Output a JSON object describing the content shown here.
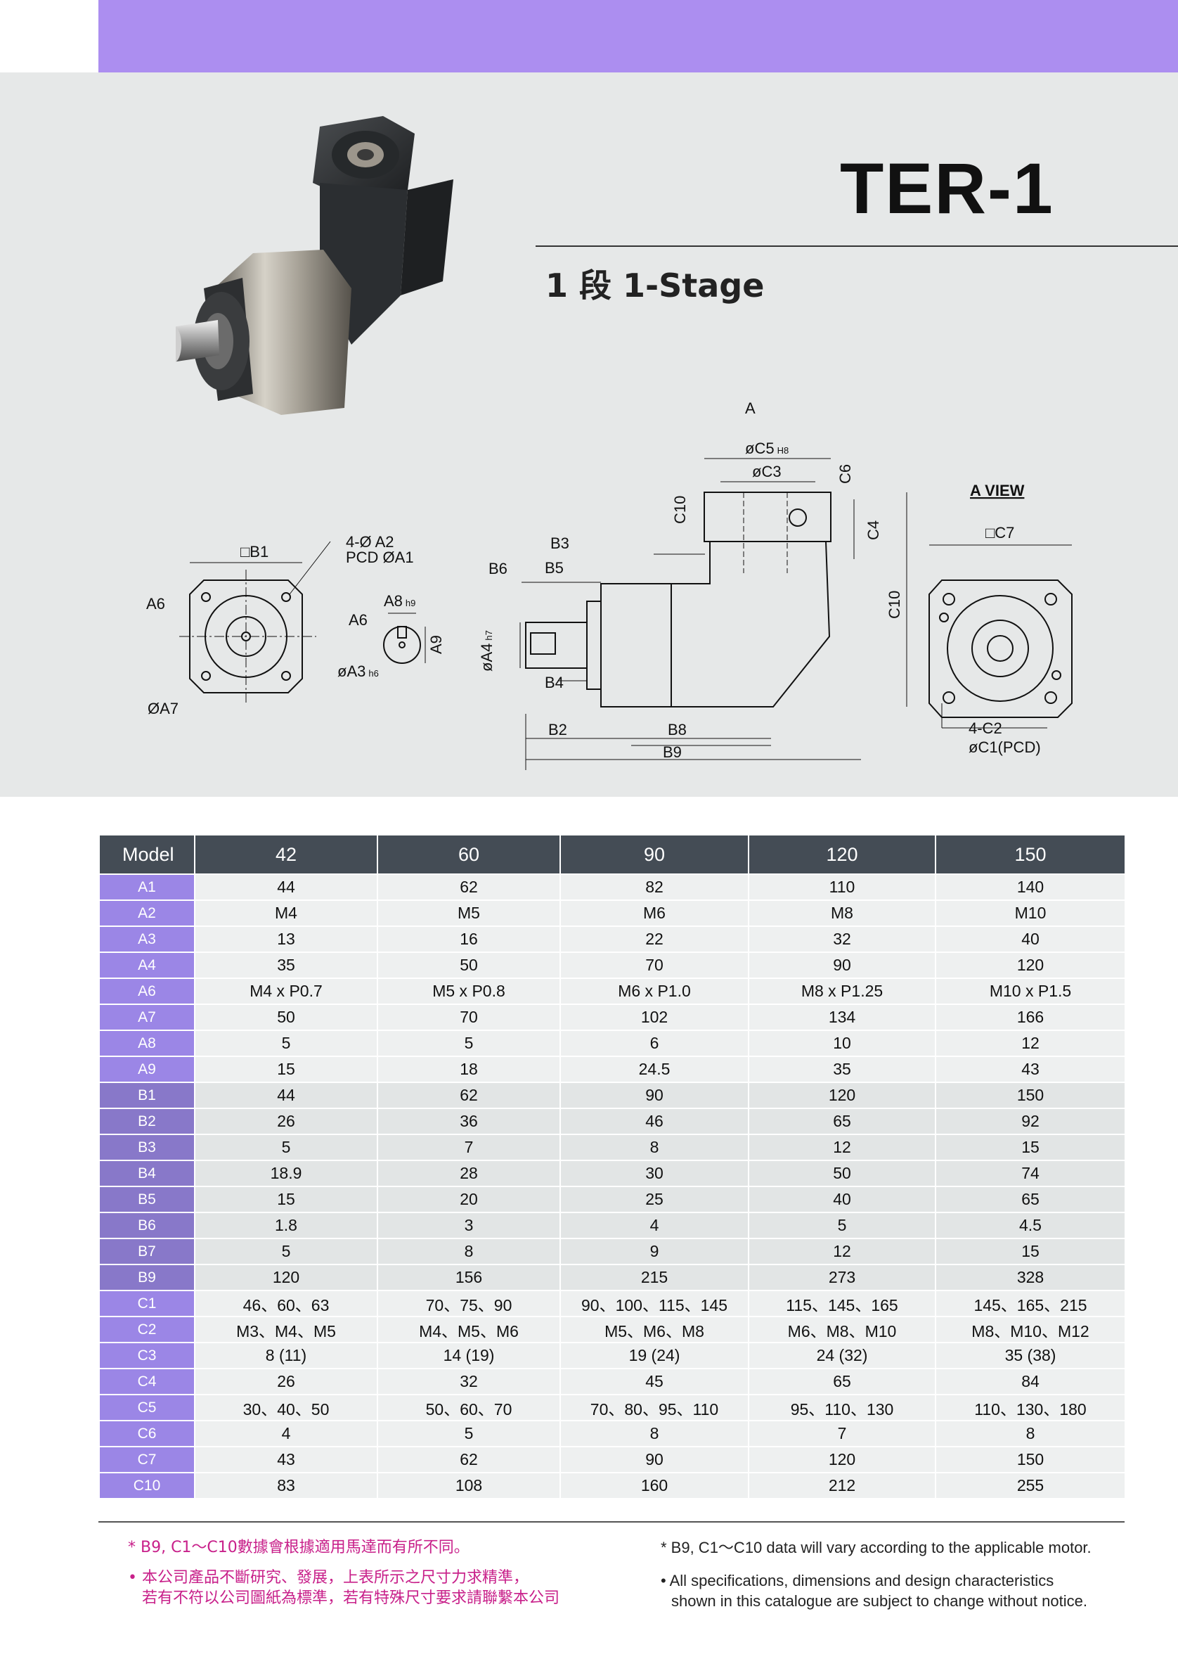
{
  "header": {
    "model_title": "TER-1",
    "stage_label": "1 段 1-Stage"
  },
  "drawing_labels": {
    "front_view": {
      "b1": "□B1",
      "a6": "A6",
      "a7": "ØA7",
      "holes": "4-Ø A2",
      "pcd": "PCD ØA1"
    },
    "shaft_detail": {
      "a8": "A8",
      "a8_tol": "h9",
      "a6": "A6",
      "a9": "A9",
      "a3": "øA3",
      "a3_tol": "h6"
    },
    "side_view": {
      "a_arrow": "A",
      "c5": "øC5",
      "c5_tol": "H8",
      "c3": "øC3",
      "c6": "C6",
      "c10_top": "C10",
      "c4": "C4",
      "c10_right": "C10",
      "b3": "B3",
      "b5": "B5",
      "b6": "B6",
      "a4": "øA4",
      "a4_tol": "h7",
      "b4": "B4",
      "b2": "B2",
      "b8": "B8",
      "b9": "B9"
    },
    "a_view": {
      "title": "A VIEW",
      "c7": "□C7",
      "c2": "4-C2",
      "c1": "øC1(PCD)"
    }
  },
  "table": {
    "header_label": "Model",
    "models": [
      "42",
      "60",
      "90",
      "120",
      "150"
    ],
    "rows": [
      {
        "param": "A1",
        "group": "A",
        "values": [
          "44",
          "62",
          "82",
          "110",
          "140"
        ]
      },
      {
        "param": "A2",
        "group": "A",
        "values": [
          "M4",
          "M5",
          "M6",
          "M8",
          "M10"
        ]
      },
      {
        "param": "A3",
        "group": "A",
        "values": [
          "13",
          "16",
          "22",
          "32",
          "40"
        ]
      },
      {
        "param": "A4",
        "group": "A",
        "values": [
          "35",
          "50",
          "70",
          "90",
          "120"
        ]
      },
      {
        "param": "A6",
        "group": "A",
        "values": [
          "M4 x P0.7",
          "M5 x P0.8",
          "M6 x P1.0",
          "M8 x P1.25",
          "M10 x P1.5"
        ]
      },
      {
        "param": "A7",
        "group": "A",
        "values": [
          "50",
          "70",
          "102",
          "134",
          "166"
        ]
      },
      {
        "param": "A8",
        "group": "A",
        "values": [
          "5",
          "5",
          "6",
          "10",
          "12"
        ]
      },
      {
        "param": "A9",
        "group": "A",
        "values": [
          "15",
          "18",
          "24.5",
          "35",
          "43"
        ]
      },
      {
        "param": "B1",
        "group": "B",
        "values": [
          "44",
          "62",
          "90",
          "120",
          "150"
        ]
      },
      {
        "param": "B2",
        "group": "B",
        "values": [
          "26",
          "36",
          "46",
          "65",
          "92"
        ]
      },
      {
        "param": "B3",
        "group": "B",
        "values": [
          "5",
          "7",
          "8",
          "12",
          "15"
        ]
      },
      {
        "param": "B4",
        "group": "B",
        "values": [
          "18.9",
          "28",
          "30",
          "50",
          "74"
        ]
      },
      {
        "param": "B5",
        "group": "B",
        "values": [
          "15",
          "20",
          "25",
          "40",
          "65"
        ]
      },
      {
        "param": "B6",
        "group": "B",
        "values": [
          "1.8",
          "3",
          "4",
          "5",
          "4.5"
        ]
      },
      {
        "param": "B7",
        "group": "B",
        "values": [
          "5",
          "8",
          "9",
          "12",
          "15"
        ]
      },
      {
        "param": "B9",
        "group": "B",
        "values": [
          "120",
          "156",
          "215",
          "273",
          "328"
        ]
      },
      {
        "param": "C1",
        "group": "C",
        "values": [
          "46、60、63",
          "70、75、90",
          "90、100、115、145",
          "115、145、165",
          "145、165、215"
        ]
      },
      {
        "param": "C2",
        "group": "C",
        "values": [
          "M3、M4、M5",
          "M4、M5、M6",
          "M5、M6、M8",
          "M6、M8、M10",
          "M8、M10、M12"
        ]
      },
      {
        "param": "C3",
        "group": "C",
        "values": [
          "8 (11)",
          "14 (19)",
          "19 (24)",
          "24 (32)",
          "35 (38)"
        ]
      },
      {
        "param": "C4",
        "group": "C",
        "values": [
          "26",
          "32",
          "45",
          "65",
          "84"
        ]
      },
      {
        "param": "C5",
        "group": "C",
        "values": [
          "30、40、50",
          "50、60、70",
          "70、80、95、110",
          "95、110、130",
          "110、130、180"
        ]
      },
      {
        "param": "C6",
        "group": "C",
        "values": [
          "4",
          "5",
          "8",
          "7",
          "8"
        ]
      },
      {
        "param": "C7",
        "group": "C",
        "values": [
          "43",
          "62",
          "90",
          "120",
          "150"
        ]
      },
      {
        "param": "C10",
        "group": "C",
        "values": [
          "83",
          "108",
          "160",
          "212",
          "255"
        ]
      }
    ]
  },
  "notes": {
    "zh_1": "* B9, C1～C10數據會根據適用馬達而有所不同。",
    "zh_2": "• 本公司產品不斷研究、發展，上表所示之尺寸力求精準，",
    "zh_3": "若有不符以公司圖紙為標準，若有特殊尺寸要求請聯繫本公司",
    "en_1": "* B9, C1～C10 data will vary according to the applicable motor.",
    "en_2": "• All specifications, dimensions and design characteristics",
    "en_3": "shown in this catalogue are subject to change without notice."
  },
  "colors": {
    "band": "#ac8ef0",
    "gray_bg": "#e6e8e8",
    "table_header": "#444c55",
    "row_head_a_c": "#9b86e6",
    "row_head_b": "#8878c9",
    "note_zh": "#c8208a"
  }
}
